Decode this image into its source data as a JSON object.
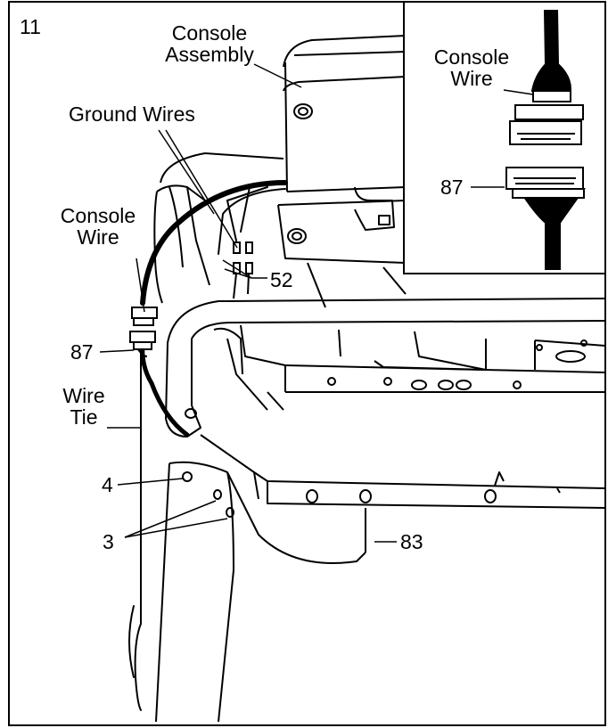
{
  "step_number": "11",
  "labels": {
    "console_assembly_line1": "Console",
    "console_assembly_line2": "Assembly",
    "ground_wires": "Ground Wires",
    "console_wire_line1": "Console",
    "console_wire_line2": "Wire",
    "part_52": "52",
    "part_87": "87",
    "wire_tie_line1": "Wire",
    "wire_tie_line2": "Tie",
    "part_4": "4",
    "part_3": "3",
    "part_83": "83"
  },
  "inset": {
    "console_wire_line1": "Console",
    "console_wire_line2": "Wire",
    "part_87": "87"
  }
}
